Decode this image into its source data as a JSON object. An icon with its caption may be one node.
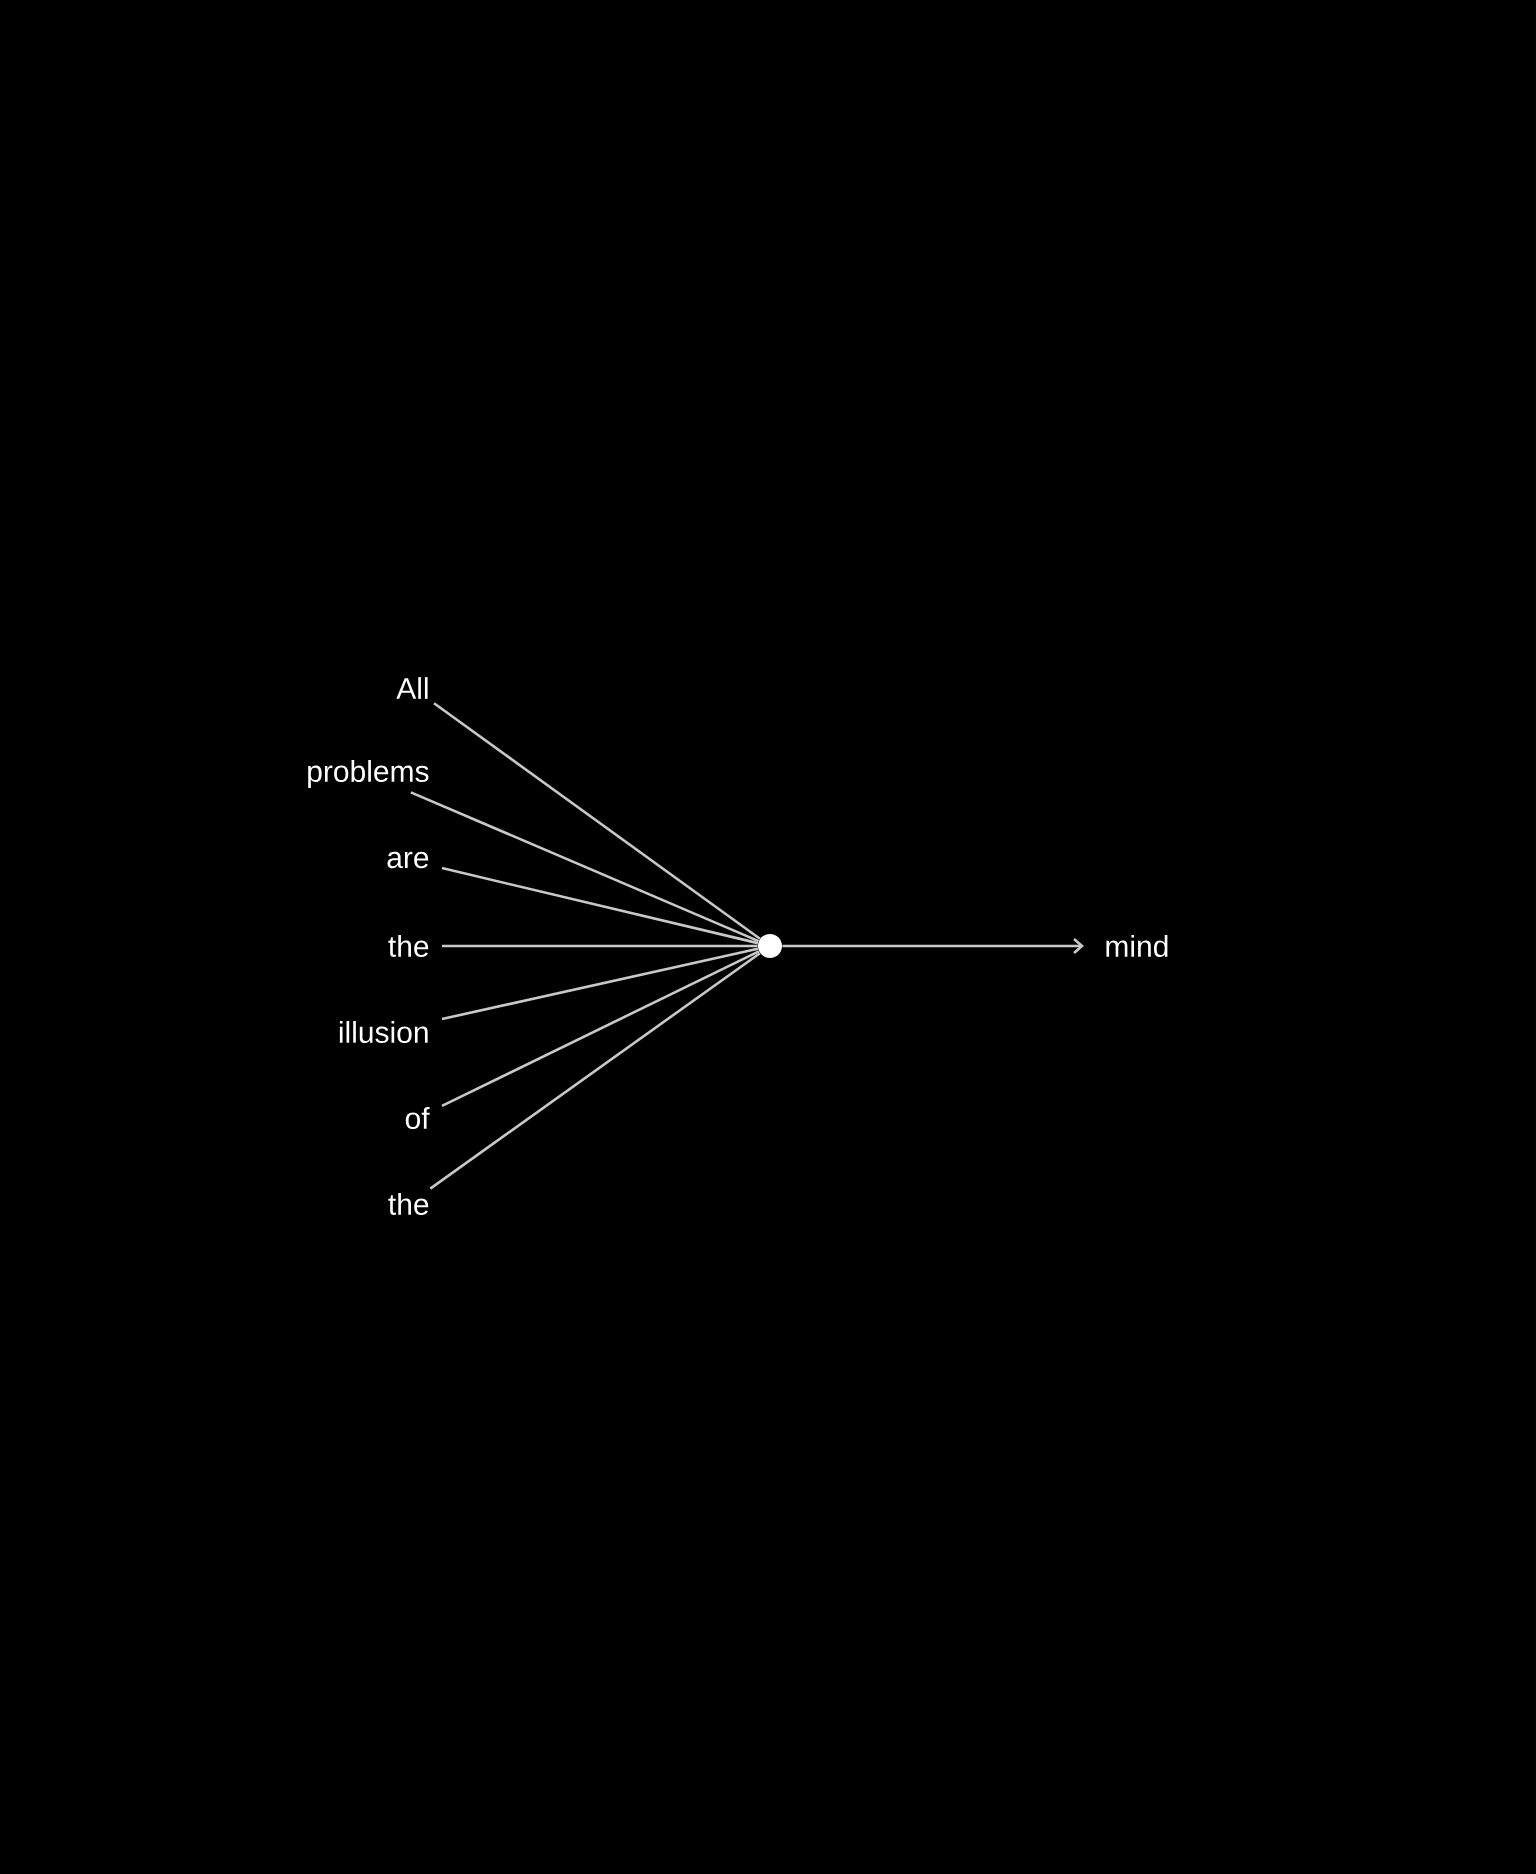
{
  "diagram": {
    "nodes": [
      {
        "text": [
          "All"
        ]
      },
      {
        "text": [
          "problems"
        ]
      },
      {
        "text": [
          "are"
        ]
      },
      {
        "text": [
          "the"
        ]
      },
      {
        "text": [
          "illusion"
        ]
      },
      {
        "text": [
          "of"
        ]
      },
      {
        "text": [
          "the"
        ]
      },
      {
        "text": [],
        "shape": "circle"
      },
      {
        "text": [
          "mind"
        ]
      }
    ],
    "edges": [
      {
        "from": 0,
        "to": 7,
        "arrow": "none"
      },
      {
        "from": 1,
        "to": 7,
        "arrow": "none"
      },
      {
        "from": 2,
        "to": 7,
        "arrow": "none"
      },
      {
        "from": 3,
        "to": 7,
        "arrow": "none"
      },
      {
        "from": 4,
        "to": 7,
        "arrow": "none"
      },
      {
        "from": 5,
        "to": 7,
        "arrow": "none"
      },
      {
        "from": 6,
        "to": 7,
        "arrow": "none"
      },
      {
        "from": 7,
        "to": 8,
        "arrow": "to"
      }
    ]
  }
}
